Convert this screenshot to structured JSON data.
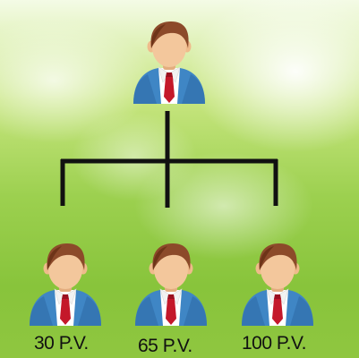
{
  "org_chart": {
    "root": {
      "role": "person",
      "icon": "businessman-avatar-icon"
    },
    "children": [
      {
        "role": "person",
        "icon": "businessman-avatar-icon",
        "label": "30 P.V."
      },
      {
        "role": "person",
        "icon": "businessman-avatar-icon",
        "label": "65 P.V."
      },
      {
        "role": "person",
        "icon": "businessman-avatar-icon",
        "label": "100 P.V."
      }
    ]
  },
  "colors": {
    "skin": "#f3c79c",
    "skin_shadow": "#e3ad7f",
    "hair": "#8c4a2a",
    "hair_dark": "#6e3418",
    "suit": "#3f86c5",
    "suit_dark": "#2d6aa4",
    "shirt": "#ffffff",
    "tie": "#c4182a",
    "connector": "#111111"
  }
}
